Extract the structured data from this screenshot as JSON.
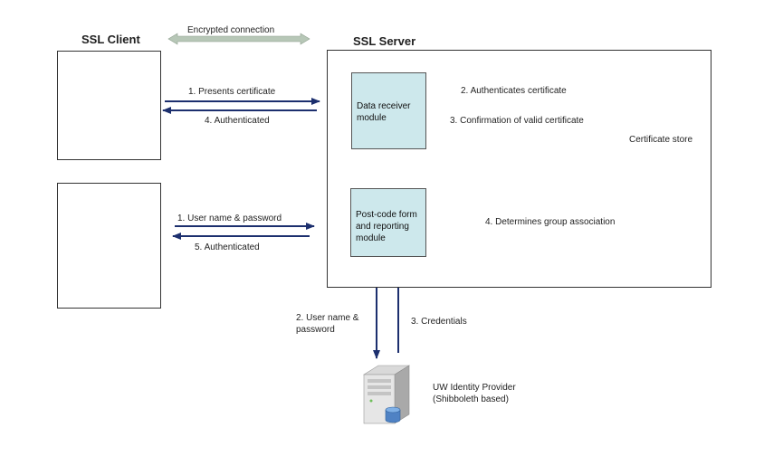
{
  "labels": {
    "encrypted_connection": "Encrypted connection",
    "ssl_client": "SSL Client",
    "ssl_server": "SSL Server",
    "presents_certificate": "1. Presents certificate",
    "authenticated_1": "4. Authenticated",
    "data_receiver_module": "Data receiver module",
    "authenticates_certificate": "2. Authenticates certificate",
    "confirmation_valid_certificate": "3. Confirmation of valid certificate",
    "certificate_store": "Certificate store",
    "user_name_password_1": "1. User name & password",
    "authenticated_5": "5. Authenticated",
    "postcode_module": "Post-code form and reporting module",
    "determines_group": "4. Determines group association",
    "user_name_password_2": "2. User name & password",
    "credentials": "3. Credentials",
    "identity_provider": "UW Identity Provider (Shibboleth based)"
  },
  "icons": {
    "tablet": "tablet-icon",
    "monitor": "monitor-icon",
    "database": "database-cylinder-icon",
    "server": "server-tower-icon"
  },
  "colors": {
    "arrow": "#1c2f6e",
    "module_fill": "#cde8ec",
    "cylinder_fill": "#cfe8ee",
    "encrypted_arrow": "#a8b8a8"
  }
}
